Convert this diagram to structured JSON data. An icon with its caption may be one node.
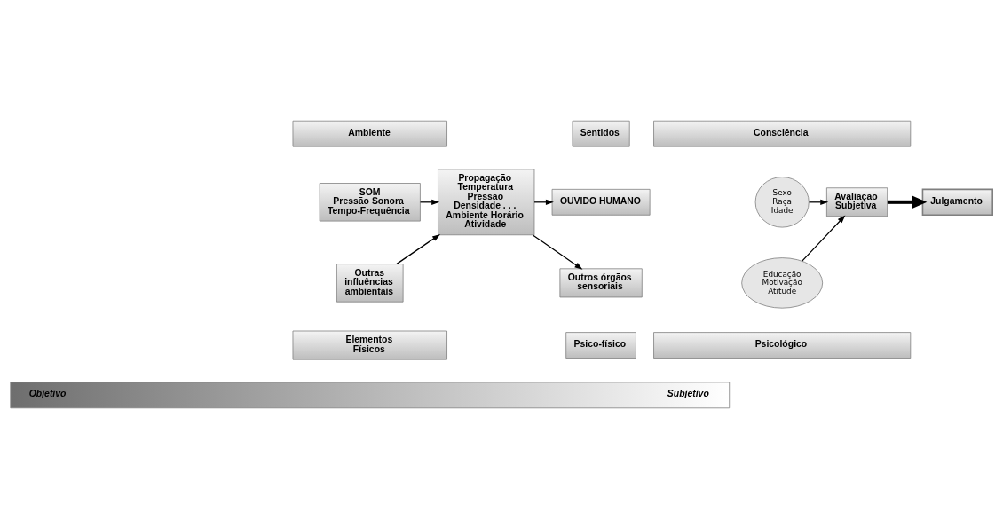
{
  "diagram": {
    "nodes": [
      {
        "text": [
          "Ambiente"
        ]
      },
      {
        "text": [
          "Sentidos"
        ]
      },
      {
        "text": [
          "Consciência"
        ]
      },
      {
        "text": [
          "SOM",
          "Pressão Sonora Tempo-Frequência"
        ]
      },
      {
        "text": [
          "Propagação",
          "Temperatura Pressão Densidade . . . Ambiente Horário Atividade"
        ]
      },
      {
        "text": [
          "OUVIDO HUMANO"
        ]
      },
      {
        "text": [
          "Outras influências ambientais"
        ]
      },
      {
        "text": [
          "Outros órgãos sensoriais"
        ]
      },
      {
        "text": [
          "Sexo Raça Idade"
        ]
      },
      {
        "text": [
          "Educação Motivação Atitude"
        ]
      },
      {
        "text": [
          "Avaliação Subjetiva"
        ]
      },
      {
        "text": [
          "Julgamento"
        ]
      },
      {
        "text": [
          "Elementos Físicos"
        ]
      },
      {
        "text": [
          "Psico-físico"
        ]
      },
      {
        "text": [
          "Psicológico"
        ]
      },
      {
        "text": [
          "Objetivo",
          "Subjetivo"
        ]
      }
    ],
    "edges": [
      {
        "from": 3,
        "to": 4,
        "arrow": "to"
      },
      {
        "from": 6,
        "to": 4,
        "arrow": "to"
      },
      {
        "from": 4,
        "to": 5,
        "arrow": "to"
      },
      {
        "from": 4,
        "to": 7,
        "arrow": "to"
      },
      {
        "from": 8,
        "to": 10,
        "arrow": "to"
      },
      {
        "from": 9,
        "to": 10,
        "arrow": "to"
      },
      {
        "from": 10,
        "to": 11,
        "arrow": "to",
        "style": "thick"
      }
    ]
  }
}
